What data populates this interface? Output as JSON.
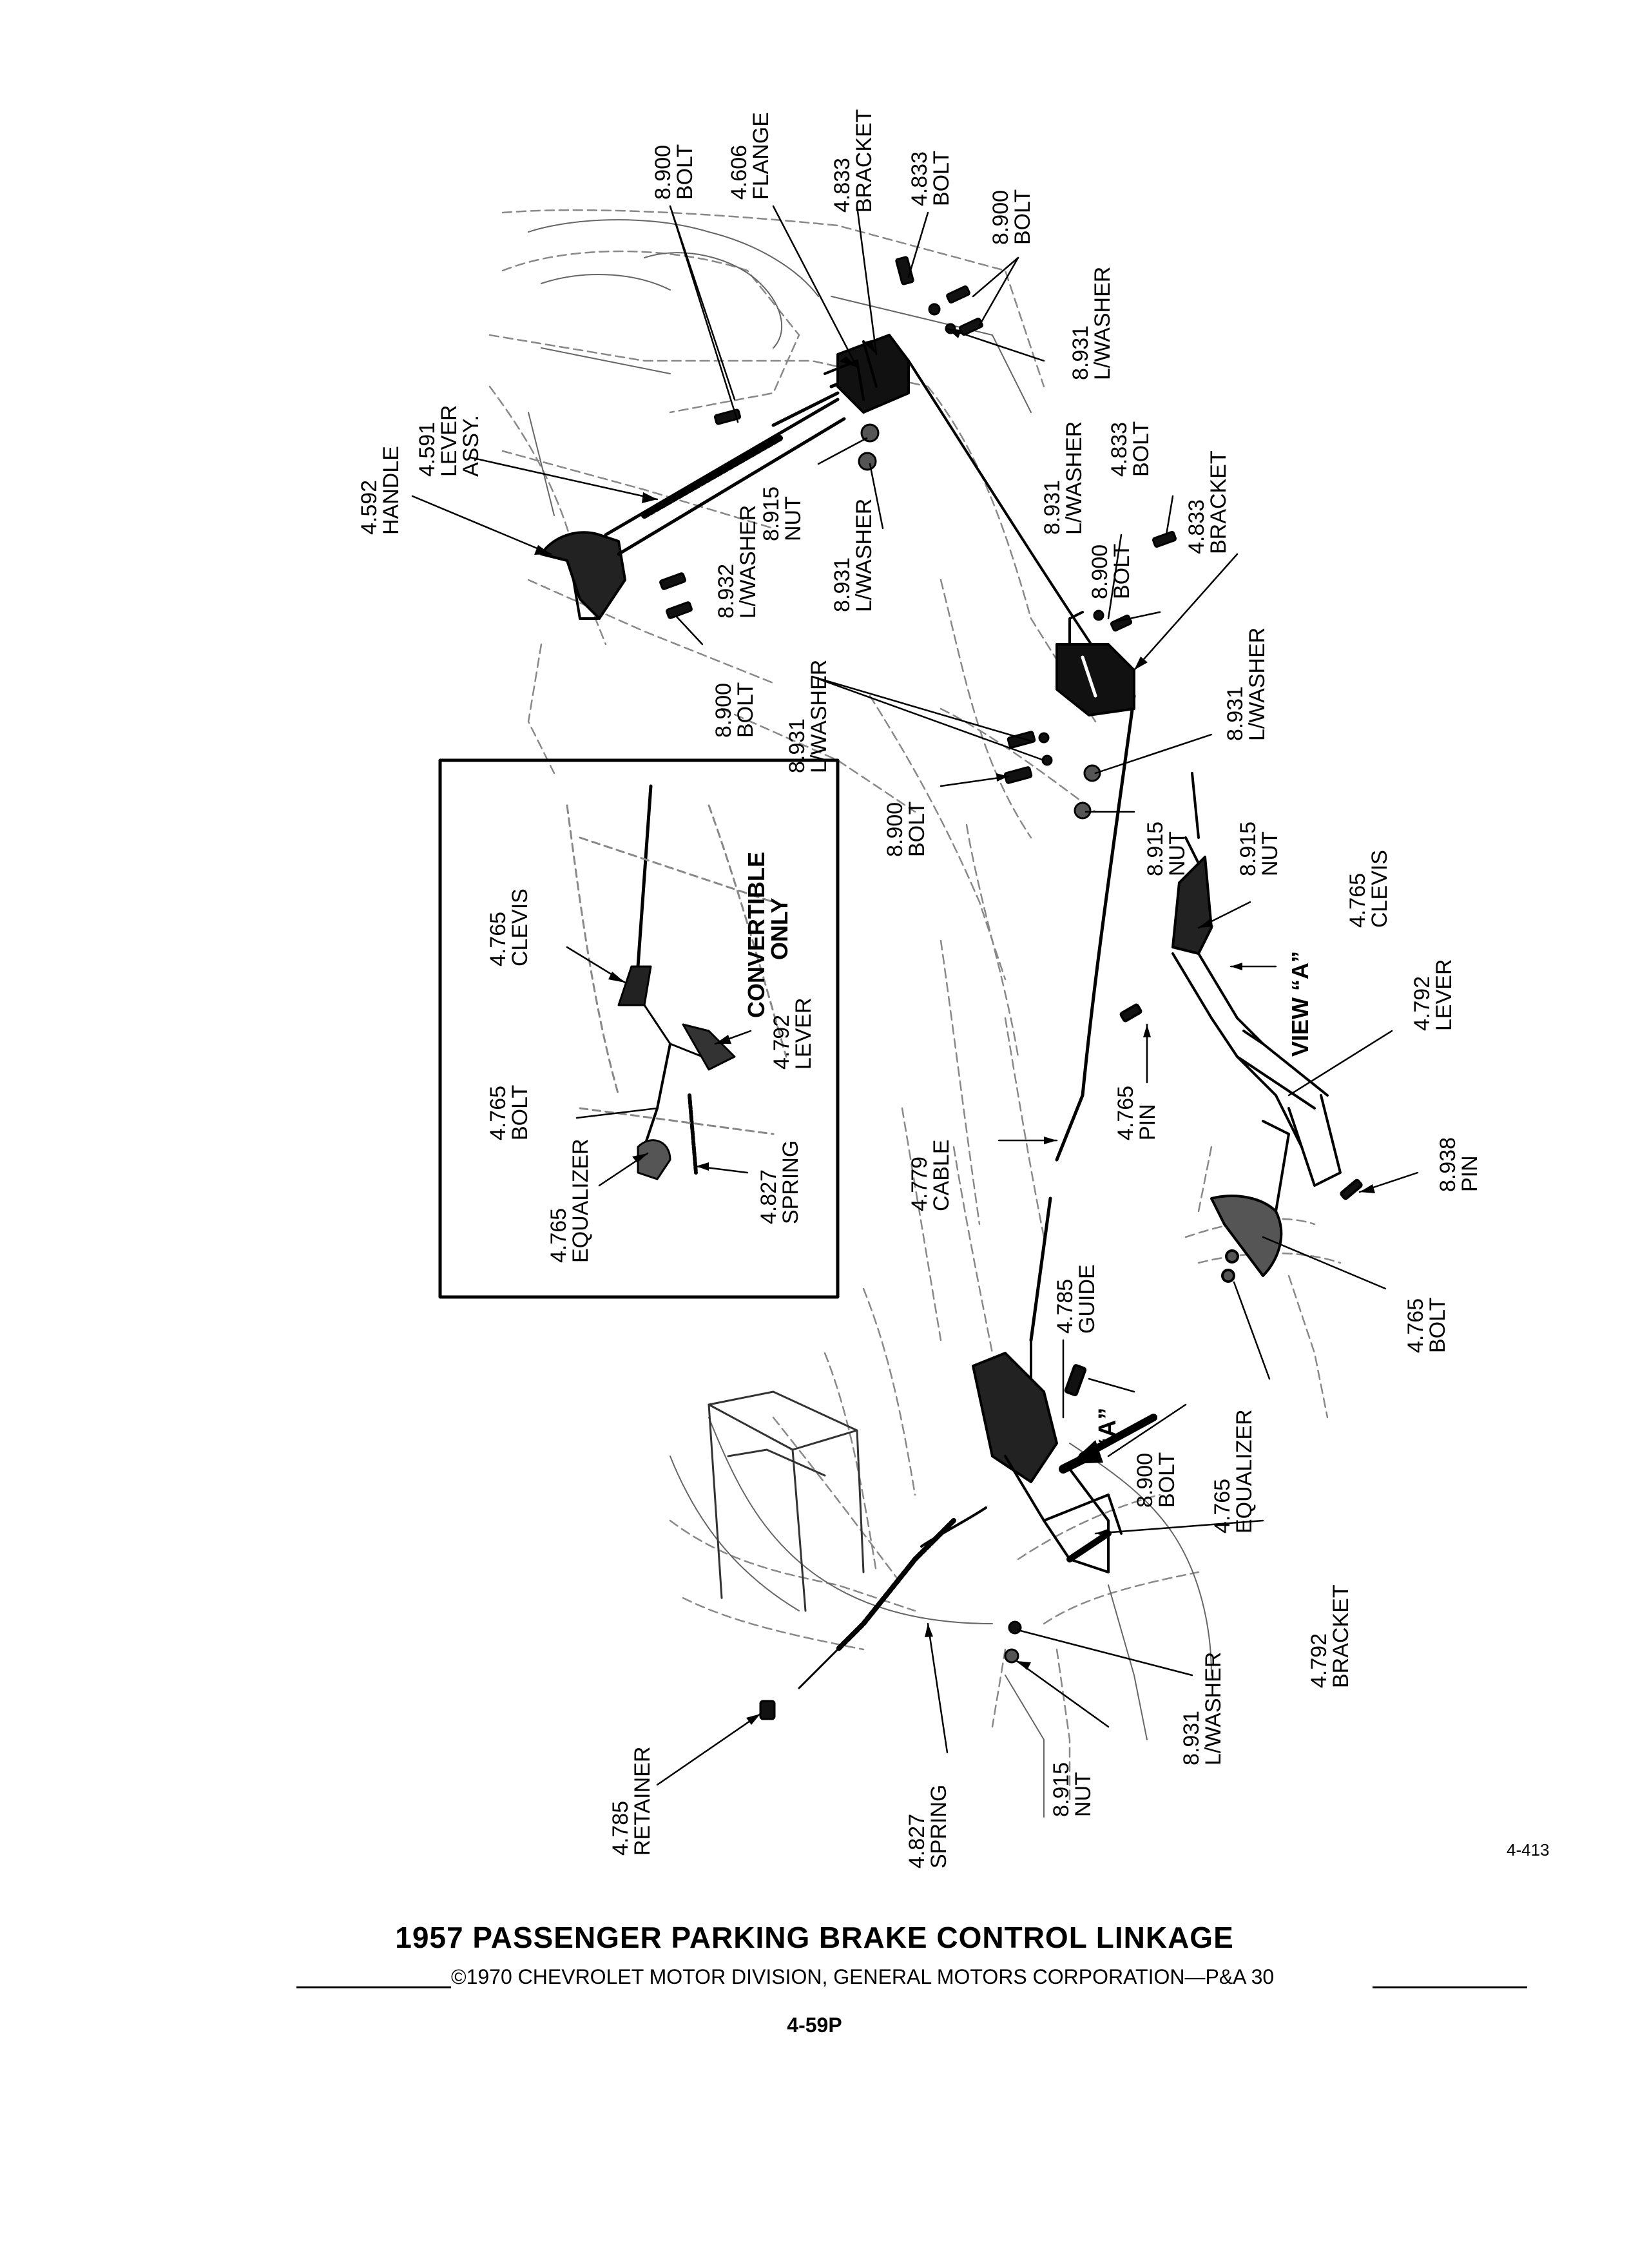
{
  "labels": {
    "handle_4592": [
      "4.592",
      "HANDLE"
    ],
    "lever_4591": [
      "4.591",
      "LEVER",
      "ASSY."
    ],
    "bolt_8900_top": [
      "8.900",
      "BOLT"
    ],
    "flange_4606": [
      "4.606",
      "FLANGE"
    ],
    "bracket_4833_top": [
      "4.833",
      "BRACKET"
    ],
    "bolt_4833_top": [
      "4.833",
      "BOLT"
    ],
    "bolt_8900_top_right": [
      "8.900",
      "BOLT"
    ],
    "lwasher_8931_top_right": [
      "8.931",
      "L/WASHER"
    ],
    "lwasher_8931_mid_right": [
      "8.931",
      "L/WASHER"
    ],
    "bolt_4833_mid": [
      "4.833",
      "BOLT"
    ],
    "bracket_4833_mid": [
      "4.833",
      "BRACKET"
    ],
    "nut_8915_top": [
      "8.915",
      "NUT"
    ],
    "lwasher_8931_top_mid": [
      "8.931",
      "L/WASHER"
    ],
    "lwasher_8932": [
      "8.932",
      "L/WASHER"
    ],
    "bolt_8900_mid_right": [
      "8.900",
      "BOLT"
    ],
    "bolt_8900_left": [
      "8.900",
      "BOLT"
    ],
    "lwasher_8931_left": [
      "8.931",
      "L/WASHER"
    ],
    "lwasher_8931_right": [
      "8.931",
      "L/WASHER"
    ],
    "bolt_8900_center": [
      "8.900",
      "BOLT"
    ],
    "nut_8915_center": [
      "8.915",
      "NUT"
    ],
    "nut_8915_view_a": [
      "8.915",
      "NUT"
    ],
    "clevis_4765_view_a": [
      "4.765",
      "CLEVIS"
    ],
    "view_a": [
      "VIEW “A”"
    ],
    "lever_4792_view_a": [
      "4.792",
      "LEVER"
    ],
    "pin_4765": [
      "4.765",
      "PIN"
    ],
    "pin_8938": [
      "8.938",
      "PIN"
    ],
    "bolt_4765_view_a": [
      "4.765",
      "BOLT"
    ],
    "equalizer_4765_view_a": [
      "4.765",
      "EQUALIZER"
    ],
    "cable_4779": [
      "4.779",
      "CABLE"
    ],
    "guide_4785": [
      "4.785",
      "GUIDE"
    ],
    "bolt_8900_lower": [
      "8.900",
      "BOLT"
    ],
    "arrow_a": [
      "“A”"
    ],
    "bracket_4792": [
      "4.792",
      "BRACKET"
    ],
    "lwasher_8931_bottom": [
      "8.931",
      "L/WASHER"
    ],
    "nut_8915_bottom": [
      "8.915",
      "NUT"
    ],
    "spring_4827_bottom": [
      "4.827",
      "SPRING"
    ],
    "retainer_4785": [
      "4.785",
      "RETAINER"
    ],
    "inset_clevis_4765": [
      "4.765",
      "CLEVIS"
    ],
    "inset_convertible": [
      "CONVERTIBLE",
      "ONLY"
    ],
    "inset_lever_4792": [
      "4.792",
      "LEVER"
    ],
    "inset_bolt_4765": [
      "4.765",
      "BOLT"
    ],
    "inset_equalizer_4765": [
      "4.765",
      "EQUALIZER"
    ],
    "inset_spring_4827": [
      "4.827",
      "SPRING"
    ]
  },
  "figure_ref": "4-413",
  "title": "1957 PASSENGER PARKING BRAKE CONTROL LINKAGE",
  "copyright": "©1970 CHEVROLET MOTOR DIVISION, GENERAL MOTORS CORPORATION—P&A 30",
  "page_number": "4-59P"
}
